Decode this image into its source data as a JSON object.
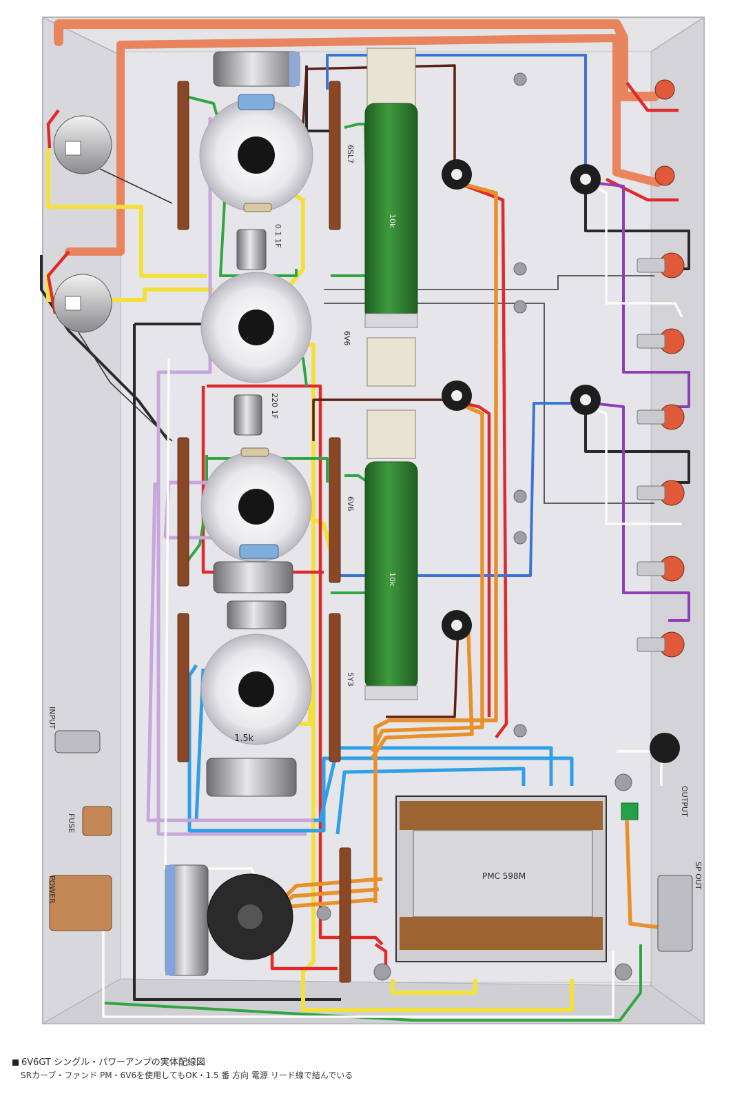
{
  "figure": {
    "caption_line1": "6V6GT シングル・パワーアンプの実体配線図",
    "caption_line2": "SRカーブ・ファンド PM・6V6を使用してもOK・1.5 番 方向 電源 リード線で結んでいる"
  },
  "components": {
    "resistor_top": "10k",
    "resistor_bottom": "10k",
    "output_transformer": "PMC 598M",
    "socket_label_1": "6SL7",
    "socket_label_2": "6V6",
    "socket_label_3": "6V6",
    "socket_label_4": "5Y3",
    "cap_label_1": "0.1 1F",
    "cap_label_2": "220 1F",
    "cap_label_3": "1.5k",
    "side_label_input": "INPUT",
    "side_label_power": "POWER",
    "side_label_fuse": "FUSE",
    "side_label_right_1": "OUTPUT",
    "side_label_right_2": "SP OUT"
  },
  "wire_colors": {
    "heater": "#e8855e",
    "signal": "#f2e13c",
    "plus_b": "#e02a2a",
    "ground": "#2a2a2a",
    "grid": "#32a542",
    "speaker": "#3c74d4",
    "cathode": "#8d3fb5",
    "output": "#e8912c",
    "power": "#7a2a18",
    "shield": "#bfa4d8",
    "blue_out": "#2f9fe8"
  }
}
